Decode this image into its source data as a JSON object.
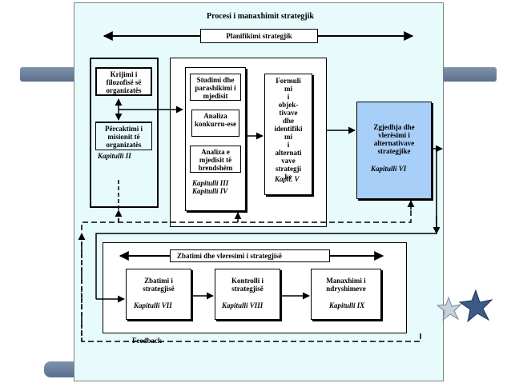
{
  "diagram": {
    "title": "Procesi i manaxhimit strategjik",
    "planning_label": "Planifikimi strategjik",
    "box_philosophy": "Krijimi i filozofisë së organizatës",
    "box_mission": "Përcaktimi i misionit të organizatës",
    "chapter_2": "Kapitulli II",
    "box_study": "Studimi dhe parashikimi i mjedisit",
    "box_competition": "Analiza konkurru-ese",
    "box_internal": "Analiza e mjedisit të brendshëm",
    "chapter_3_4": "Kapitulli III\nKapitulli IV",
    "box_objectives": "Formuli mi i objek-tivave dhe identifiki mi i alternati vave strategji ke",
    "chapter_5": "Kapit. V",
    "box_selection": "Zgjedhja dhe vlerësimi i alternativave strategjike",
    "chapter_6": "Kapitulli VI",
    "implementation_label": "Zbatimi dhe vleresimi i strategjisë",
    "box_implementation": "Zbatimi i strategjisë",
    "chapter_7": "Kapitulli VII",
    "box_control": "Kontrolli i strategjisë",
    "chapter_8": "Kapitulli VIII",
    "box_change": "Manaxhimi i ndryshimeve",
    "chapter_9": "Kapitulli IX",
    "feedback": "Feedback"
  },
  "colors": {
    "panel": "#e8fbfc",
    "highlight_box": "#a8cff7",
    "bars": "#6d819f",
    "stars": "#3b5b86"
  }
}
